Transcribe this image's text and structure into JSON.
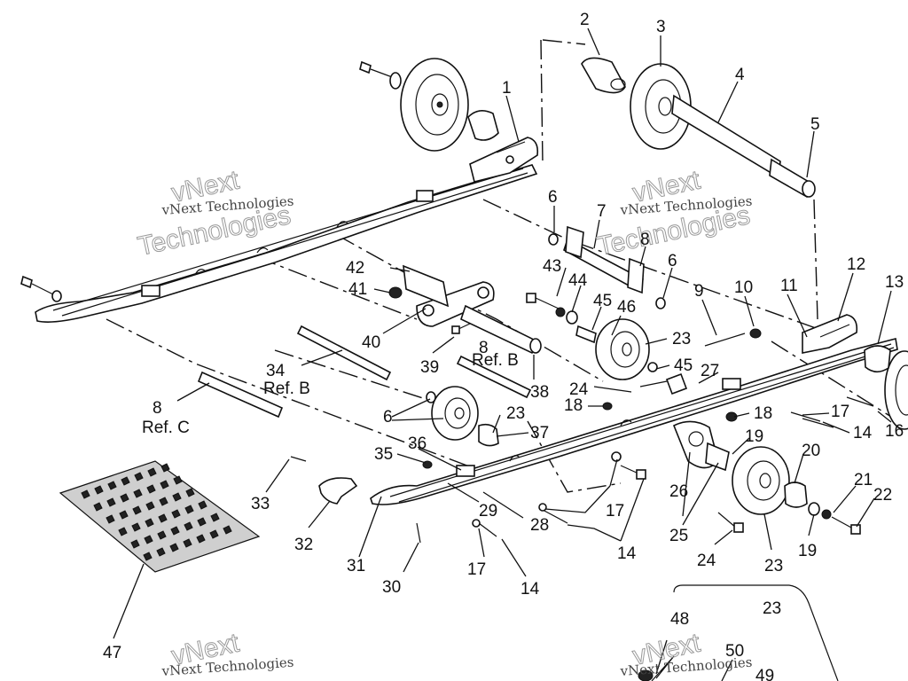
{
  "watermarks": [
    {
      "line1": "vNext Technologies",
      "line2": "vNext",
      "line3": "Technologies"
    },
    {
      "line1": "vNext Technologies",
      "line2": "vNext",
      "line3": "Technologies"
    },
    {
      "line1": "vNext Technologies",
      "line2": "vNext",
      "line3": "Technologies"
    }
  ],
  "labels": {
    "p1": "1",
    "p2": "2",
    "p3": "3",
    "p4": "4",
    "p5": "5",
    "p6a": "6",
    "p6b": "6",
    "p6c": "6",
    "p7": "7",
    "p8a": "8",
    "p8b": "8",
    "p8c": "8",
    "p9": "9",
    "p10": "10",
    "p11": "11",
    "p12": "12",
    "p13": "13",
    "p14a": "14",
    "p14b": "14",
    "p14c": "14",
    "p16": "16",
    "p17a": "17",
    "p17b": "17",
    "p17c": "17",
    "p18a": "18",
    "p18b": "18",
    "p19a": "19",
    "p19b": "19",
    "p20": "20",
    "p21": "21",
    "p22": "22",
    "p23a": "23",
    "p23b": "23",
    "p23c": "23",
    "p23d": "23",
    "p24a": "24",
    "p24b": "24",
    "p25": "25",
    "p26": "26",
    "p27": "27",
    "p28": "28",
    "p29": "29",
    "p30": "30",
    "p31": "31",
    "p32": "32",
    "p33": "33",
    "p34": "34",
    "p35": "35",
    "p36": "36",
    "p37": "37",
    "p38": "38",
    "p39": "39",
    "p40": "40",
    "p41": "41",
    "p42": "42",
    "p43": "43",
    "p44": "44",
    "p45a": "45",
    "p45b": "45",
    "p46": "46",
    "p47": "47",
    "p48": "48",
    "p49": "49",
    "p50": "50",
    "refB1": "Ref. B",
    "refB2": "Ref. B",
    "refC": "Ref. C"
  }
}
